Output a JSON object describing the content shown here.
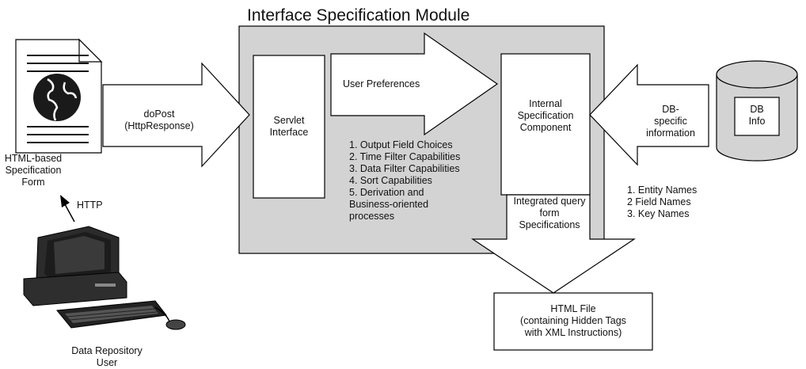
{
  "title": "Interface Specification Module",
  "spec_form_caption": [
    "HTML-based",
    "Specification",
    "Form"
  ],
  "http_label": "HTTP",
  "user_caption": [
    "Data Repository",
    "User"
  ],
  "dopost_label": [
    "doPost",
    "(HttpResponse)"
  ],
  "servlet_label": [
    "Servlet",
    "Interface"
  ],
  "user_prefs_label": "User Preferences",
  "preference_items": [
    "1. Output Field Choices",
    "2. Time Filter Capabilities",
    "3. Data Filter Capabilities",
    "4. Sort Capabilities",
    "5. Derivation and",
    "Business-oriented",
    "processes"
  ],
  "internal_spec_label": [
    "Internal",
    "Specification",
    "Component"
  ],
  "integrated_label": [
    "Integrated query",
    "form",
    "Specifications"
  ],
  "db_specific_label": [
    "DB-",
    "specific",
    "information"
  ],
  "db_info_label": [
    "DB",
    "Info"
  ],
  "db_items": [
    "1. Entity Names",
    "2  Field Names",
    "3. Key Names"
  ],
  "html_file_label": [
    "HTML File",
    "(containing Hidden Tags",
    "with XML  Instructions)"
  ],
  "colors": {
    "module_fill": "#d3d3d3",
    "stroke": "#000000",
    "box_fill": "#ffffff",
    "dark": "#1a1a1a"
  }
}
